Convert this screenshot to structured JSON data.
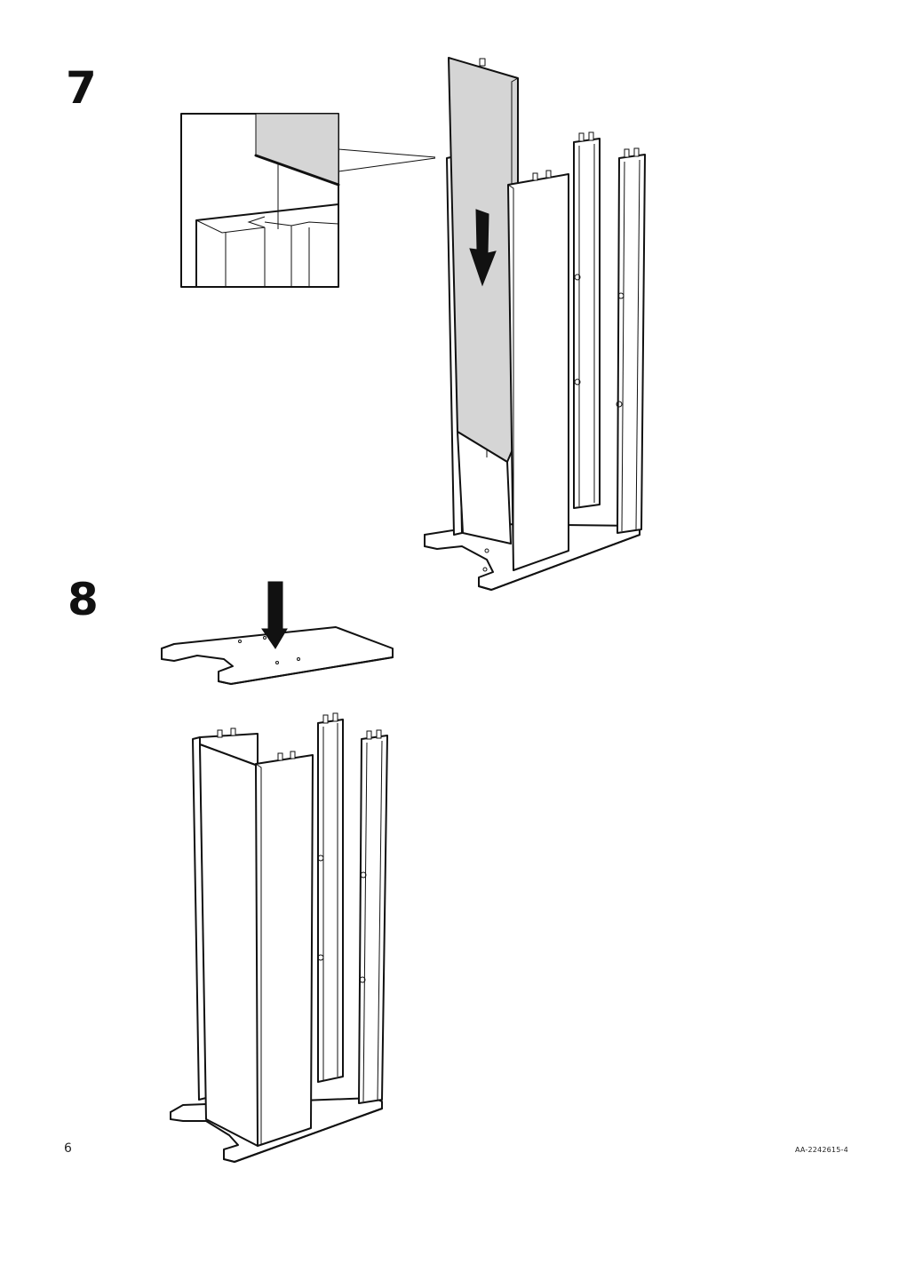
{
  "steps": [
    {
      "number": "7"
    },
    {
      "number": "8"
    }
  ],
  "footer": {
    "page_number": "6",
    "document_code": "AA-2242615-4"
  },
  "icons": {
    "step7_arrow": "down-arrow-icon",
    "step8_arrow": "down-arrow-icon",
    "detail": "magnified-detail-callout"
  },
  "colors": {
    "panel_fill": "#d5d5d5",
    "line": "#111111",
    "background": "#ffffff"
  }
}
